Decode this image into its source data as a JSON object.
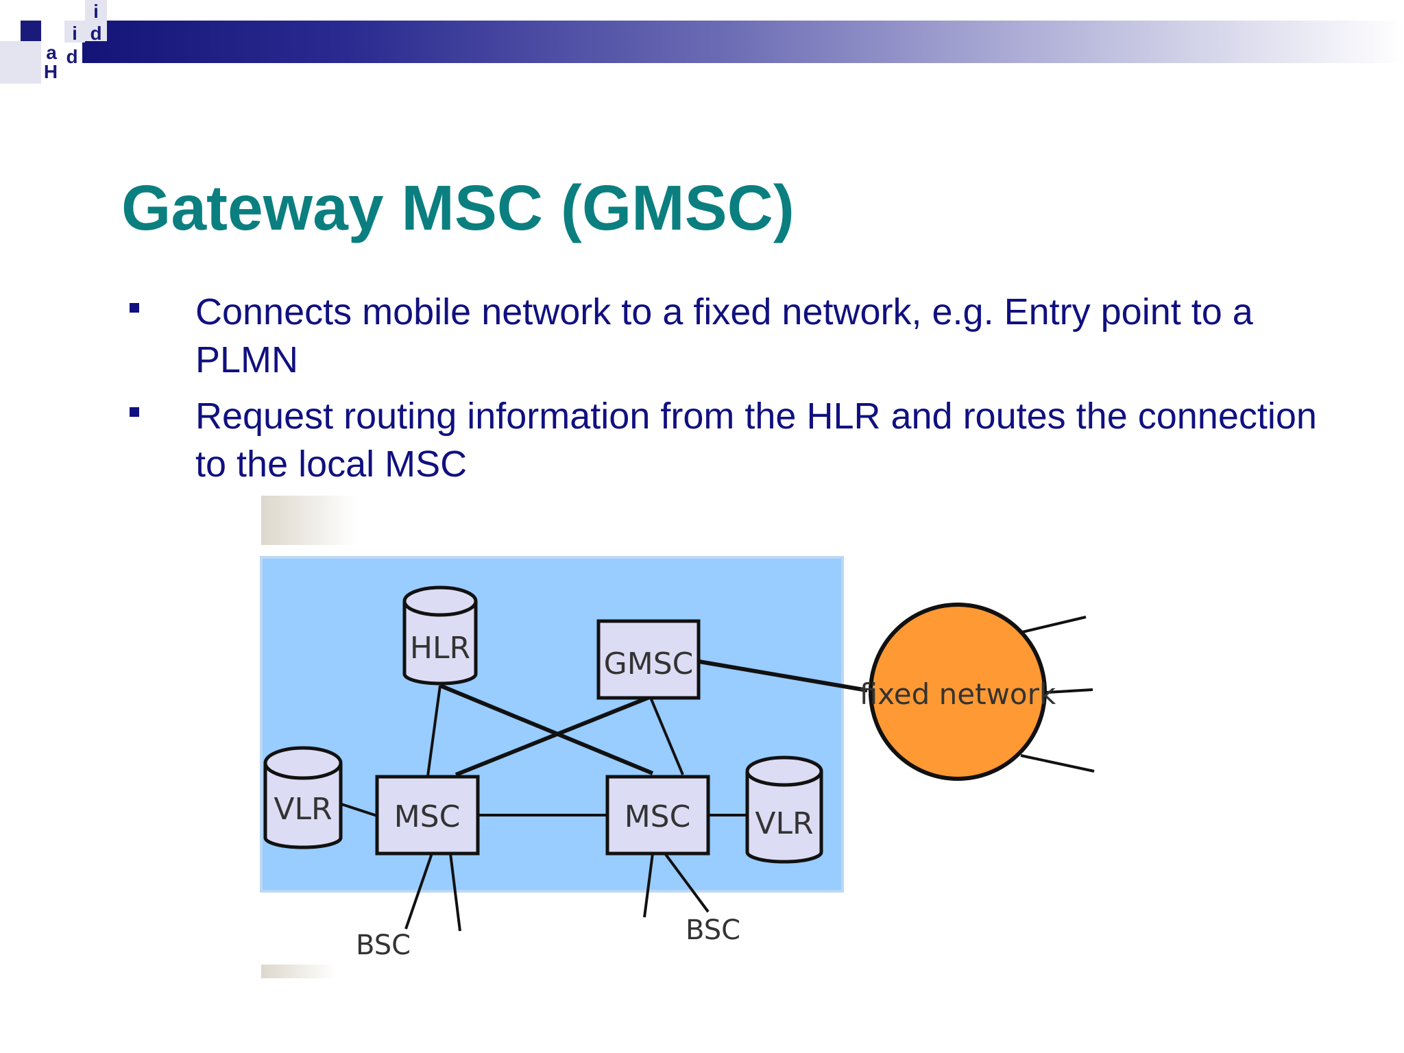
{
  "logo": {
    "letters": [
      "i",
      "i",
      "d",
      "a",
      "d",
      "H"
    ]
  },
  "slide": {
    "title": "Gateway MSC (GMSC)",
    "bullets": [
      "Connects mobile network to a fixed network, e.g. Entry point to a PLMN",
      "Request routing information from the HLR and routes the connection to the local MSC"
    ]
  },
  "diagram": {
    "nodes": {
      "hlr": "HLR",
      "gmsc": "GMSC",
      "vlr_left": "VLR",
      "msc_left": "MSC",
      "msc_right": "MSC",
      "vlr_right": "VLR",
      "fixed_network": "fixed network",
      "bsc_left": "BSC",
      "bsc_right": "BSC"
    },
    "colors": {
      "network_area": "#99ccff",
      "box_fill": "#dcdcf4",
      "fixed_network_fill": "#ff9933",
      "title": "#0b7f7f",
      "text": "#101080"
    }
  }
}
